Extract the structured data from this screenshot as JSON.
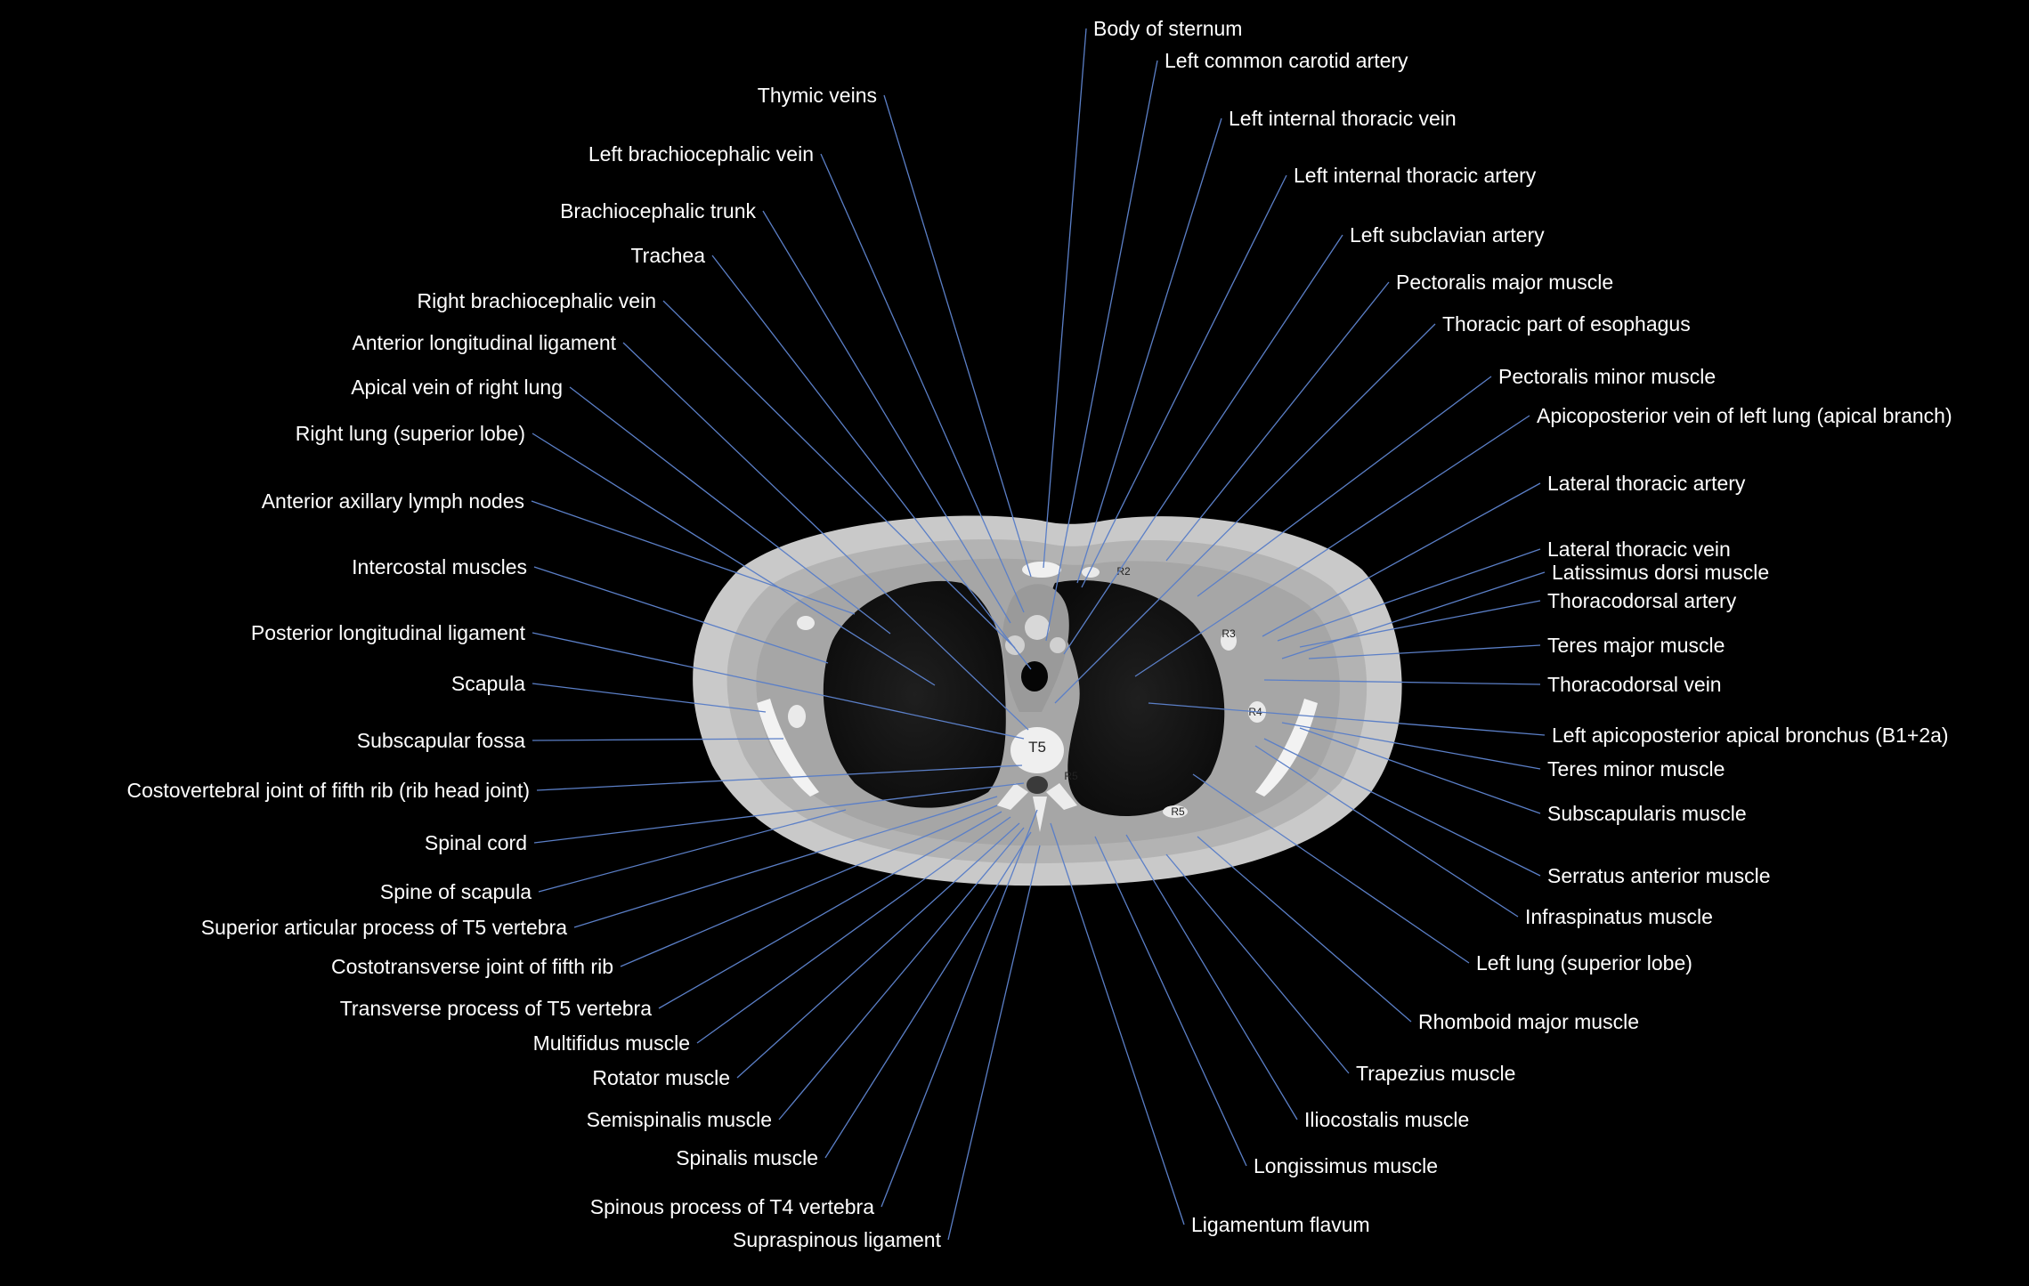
{
  "image": {
    "title": "",
    "slice_markers": {
      "vertebra": "T5",
      "ribs": [
        "R2",
        "R3",
        "R4",
        "R5",
        "R5"
      ]
    }
  },
  "colors": {
    "background": "#000000",
    "leader": "#5b7fc7",
    "label": "#ffffff"
  },
  "labels_left": [
    "Thymic veins",
    "Left brachiocephalic vein",
    "Brachiocephalic trunk",
    "Trachea",
    "Right brachiocephalic vein",
    "Anterior longitudinal ligament",
    "Apical vein of right lung",
    "Right lung (superior lobe)",
    "Anterior axillary lymph nodes",
    "Intercostal muscles",
    "Posterior longitudinal ligament",
    "Scapula",
    "Subscapular fossa",
    "Costovertebral joint of fifth rib (rib head joint)",
    "Spinal cord",
    "Spine of scapula",
    "Superior articular process of T5 vertebra",
    "Costotransverse joint of fifth rib",
    "Transverse process of T5 vertebra",
    "Multifidus muscle",
    "Rotator muscle",
    "Semispinalis muscle",
    "Spinalis muscle",
    "Spinous process of T4 vertebra",
    "Supraspinous ligament"
  ],
  "labels_right": [
    "Body of sternum",
    "Left common carotid artery",
    "Left internal thoracic vein",
    "Left internal thoracic artery",
    "Left subclavian artery",
    "Pectoralis major muscle",
    "Thoracic part of esophagus",
    "Pectoralis minor muscle",
    "Apicoposterior vein of left lung (apical branch)",
    "Lateral thoracic artery",
    "Lateral thoracic vein",
    "Latissimus dorsi muscle",
    "Thoracodorsal artery",
    "Teres major muscle",
    "Thoracodorsal vein",
    "Left apicoposterior apical bronchus (B1+2a)",
    "Teres minor muscle",
    "Subscapularis muscle",
    "Serratus anterior muscle",
    "Infraspinatus muscle",
    "Left lung (superior lobe)",
    "Rhomboid major muscle",
    "Trapezius muscle",
    "Iliocostalis muscle",
    "Longissimus muscle",
    "Ligamentum flavum"
  ]
}
